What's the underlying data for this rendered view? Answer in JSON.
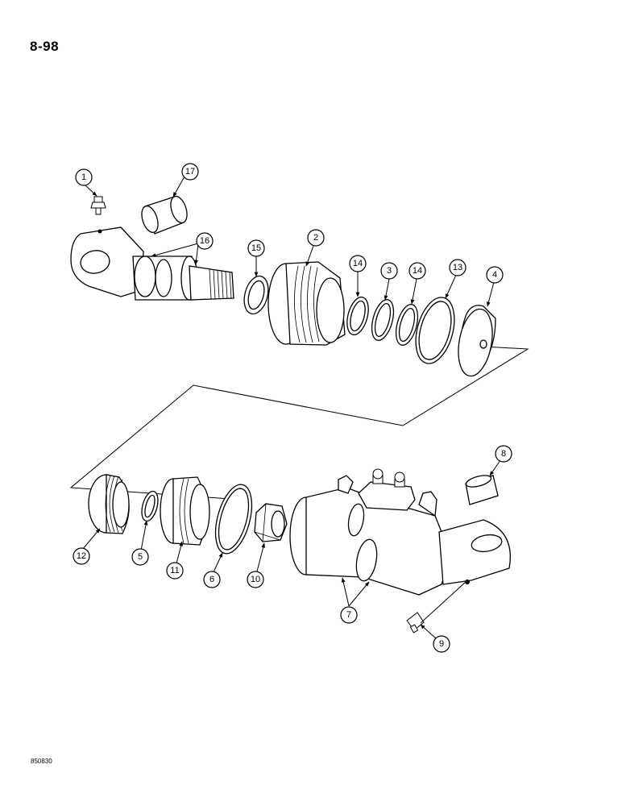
{
  "page": {
    "number": "8-98",
    "figure_code": "850830"
  },
  "callouts": {
    "c1": "1",
    "c2": "2",
    "c3": "3",
    "c4": "4",
    "c5": "5",
    "c6": "6",
    "c7": "7",
    "c8": "8",
    "c9": "9",
    "c10": "10",
    "c11": "11",
    "c12": "12",
    "c13": "13",
    "c14a": "14",
    "c14b": "14",
    "c15": "15",
    "c16": "16",
    "c17": "17"
  }
}
